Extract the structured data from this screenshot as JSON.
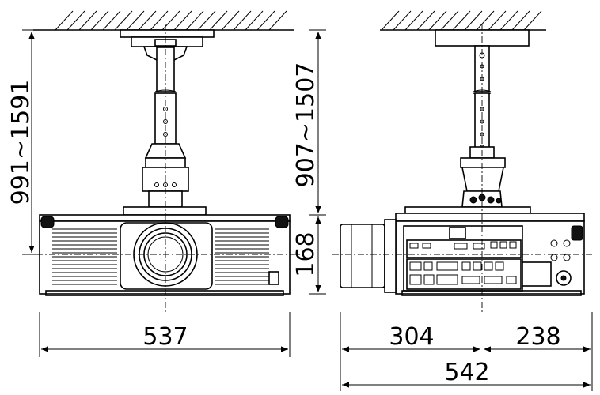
{
  "dimensions": {
    "total_height_front": "991~1591",
    "mount_height_side": "907~1507",
    "projector_height": "168",
    "front_width": "537",
    "side_front_segment": "304",
    "side_rear_segment": "238",
    "side_total_depth": "542"
  }
}
